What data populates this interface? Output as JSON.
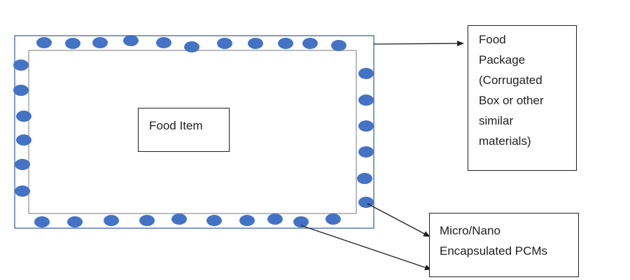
{
  "diagram": {
    "food_item_label": "Food Item",
    "package_label_lines": [
      "Food",
      "Package",
      "(Corrugated",
      "Box or other",
      "similar",
      "materials)"
    ],
    "pcm_label_lines": [
      "Micro/Nano",
      "Encapsulated PCMs"
    ],
    "colors": {
      "package_outline": "#5a7ab4",
      "inner_outline": "#a6a6a6",
      "capsule": "#4472c4",
      "text": "#1f1f1f"
    }
  }
}
